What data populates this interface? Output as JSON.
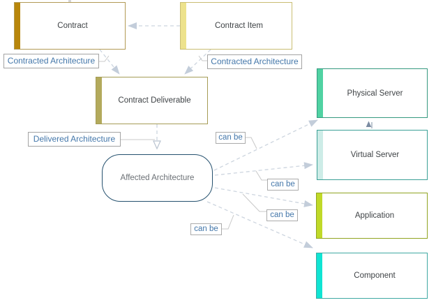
{
  "diagram": {
    "nodes": [
      {
        "id": "contract",
        "label": "Contract",
        "border": "#b29a55",
        "stripe": "#b8860b"
      },
      {
        "id": "contract-item",
        "label": "Contract Item",
        "border": "#c9bd72",
        "stripe": "#ede28c"
      },
      {
        "id": "contract-deliverable",
        "label": "Contract Deliverable",
        "border": "#a59c55",
        "stripe": "#b3aa5c"
      },
      {
        "id": "affected-architecture",
        "label": "Affected Architecture",
        "border": "#24506e",
        "stripe": ""
      },
      {
        "id": "physical-server",
        "label": "Physical Server",
        "border": "#35997f",
        "stripe": "#50d2a2"
      },
      {
        "id": "virtual-server",
        "label": "Virtual Server",
        "border": "#3aa096",
        "stripe": "#cdece7"
      },
      {
        "id": "application",
        "label": "Application",
        "border": "#90a421",
        "stripe": "#c0d928"
      },
      {
        "id": "component",
        "label": "Component",
        "border": "#3fa8a2",
        "stripe": "#10e4d3"
      }
    ],
    "edge_labels": [
      {
        "id": "contracted-architecture-1",
        "text": "Contracted Architecture"
      },
      {
        "id": "contracted-architecture-2",
        "text": "Contracted Architecture"
      },
      {
        "id": "delivered-architecture",
        "text": "Delivered Architecture"
      },
      {
        "id": "can-be-physical",
        "text": "can be"
      },
      {
        "id": "can-be-virtual",
        "text": "can be"
      },
      {
        "id": "can-be-application",
        "text": "can be"
      },
      {
        "id": "can-be-component",
        "text": "can be"
      }
    ],
    "colors": {
      "edge_label_text": "#4477aa",
      "dashed_line": "#cdd5df",
      "arrowhead": "#c3cdda",
      "dark_arrowhead": "#7b8ca2",
      "label_connector": "#c8c8c8"
    }
  }
}
